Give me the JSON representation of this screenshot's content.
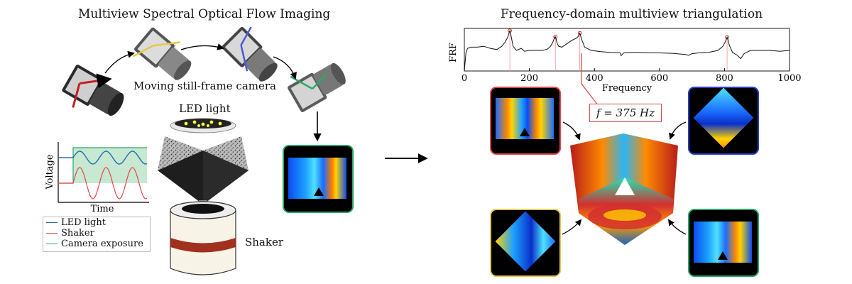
{
  "left": {
    "title": "Multiview Spectral Optical Flow Imaging",
    "camera_label": "Moving still-frame camera",
    "led_label": "LED light",
    "shaker_label": "Shaker",
    "timing": {
      "ylabel": "Voltage",
      "xlabel": "Time"
    },
    "legend": [
      {
        "label": "LED light",
        "color": "#1f6fb5"
      },
      {
        "label": "Shaker",
        "color": "#e0474c"
      },
      {
        "label": "Camera exposure",
        "color": "#2aa86a"
      }
    ]
  },
  "right": {
    "title": "Frequency-domain multiview triangulation",
    "freq_annotation": "f = 375 Hz",
    "panel_colors": {
      "red": "#e0474c",
      "blue": "#2a3fcf",
      "yellow": "#e6c84a",
      "green": "#2aa86a"
    }
  },
  "chart_data": {
    "type": "line",
    "xlabel": "Frequency",
    "ylabel": "FRF",
    "xlim": [
      0,
      1000
    ],
    "xticks": [
      0,
      200,
      400,
      600,
      800,
      1000
    ],
    "peaks": [
      140,
      280,
      355,
      808
    ],
    "x": [
      0,
      5,
      10,
      20,
      40,
      60,
      80,
      100,
      115,
      125,
      132,
      136,
      138,
      140,
      142,
      145,
      150,
      160,
      175,
      185,
      200,
      220,
      240,
      255,
      265,
      272,
      276,
      278,
      280,
      282,
      285,
      290,
      300,
      315,
      330,
      345,
      350,
      353,
      355,
      357,
      360,
      370,
      390,
      420,
      450,
      480,
      482,
      490,
      510,
      540,
      570,
      600,
      640,
      680,
      690,
      700,
      720,
      750,
      780,
      795,
      802,
      806,
      808,
      810,
      815,
      825,
      840,
      850,
      860,
      880,
      900,
      940,
      970,
      1000
    ],
    "y": [
      0.0,
      0.45,
      0.55,
      0.58,
      0.58,
      0.6,
      0.55,
      0.52,
      0.6,
      0.7,
      0.8,
      0.88,
      0.94,
      0.98,
      0.93,
      0.8,
      0.6,
      0.5,
      0.55,
      0.48,
      0.5,
      0.5,
      0.5,
      0.53,
      0.6,
      0.7,
      0.78,
      0.82,
      0.83,
      0.78,
      0.68,
      0.6,
      0.58,
      0.66,
      0.74,
      0.8,
      0.84,
      0.89,
      0.92,
      0.88,
      0.78,
      0.58,
      0.5,
      0.47,
      0.45,
      0.44,
      0.37,
      0.44,
      0.45,
      0.45,
      0.44,
      0.44,
      0.43,
      0.4,
      0.38,
      0.42,
      0.44,
      0.45,
      0.5,
      0.6,
      0.7,
      0.78,
      0.82,
      0.78,
      0.62,
      0.45,
      0.38,
      0.3,
      0.42,
      0.5,
      0.5,
      0.5,
      0.48,
      0.5
    ]
  }
}
